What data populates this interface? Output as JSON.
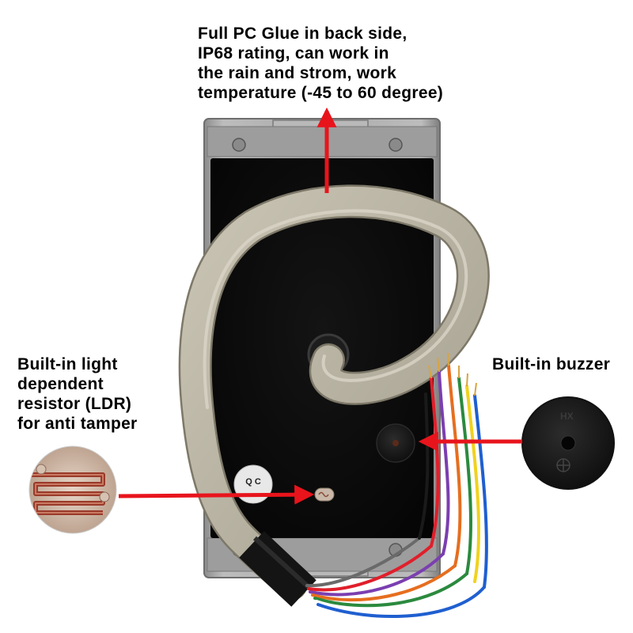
{
  "callouts": {
    "top": "Full PC Glue in back side,\nIP68 rating, can work in\nthe rain and strom, work\ntemperature (-45 to 60 degree)",
    "left": "Built-in light\ndependent\nresistor (LDR)\nfor anti tamper",
    "right": "Built-in buzzer"
  },
  "sticker": {
    "label": "Q C"
  },
  "colors": {
    "arrow": "#e8141c",
    "housing": "#a8a8a8",
    "panel": "#0c0c0c",
    "cable": "#b5b0a0",
    "wire_colors": [
      "#2b8a3e",
      "#e66e1f",
      "#7b3fb0",
      "#6a6a6a",
      "#e01f2b",
      "#1f5fd0",
      "#f0d21f",
      "#1a1a1a",
      "#ffffff",
      "#8b5a2b"
    ]
  }
}
